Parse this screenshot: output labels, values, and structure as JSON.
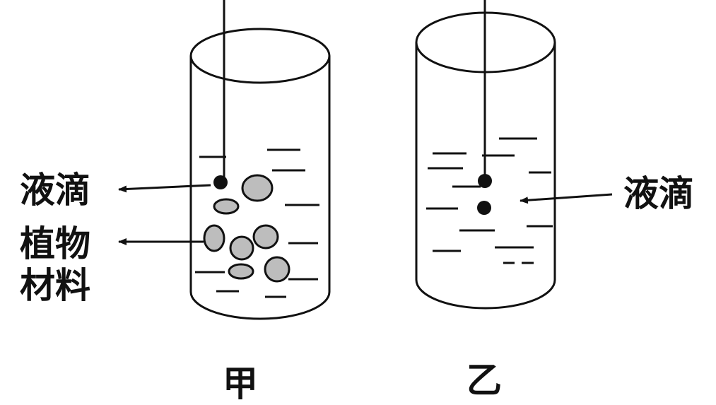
{
  "labels": {
    "left_droplet": "液滴",
    "plant_material_line1": "植物",
    "plant_material_line2": "材料",
    "right_droplet": "液滴",
    "left_beaker_caption": "甲",
    "right_beaker_caption": "乙"
  },
  "colors": {
    "ink": "#111111",
    "background": "#ffffff",
    "granule_fill": "#bdbdbd"
  }
}
